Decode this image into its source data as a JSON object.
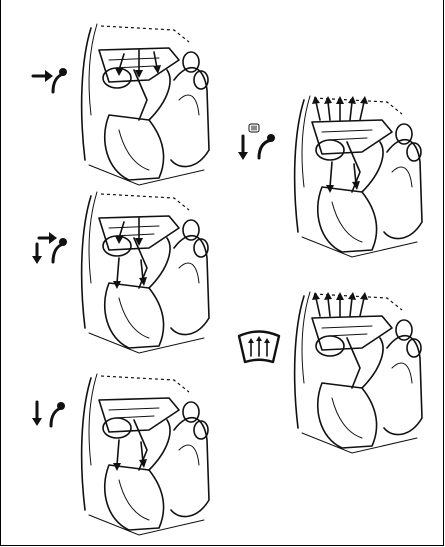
{
  "figure": {
    "modes": [
      {
        "id": "face",
        "icon": "vent-face-icon"
      },
      {
        "id": "bi-level",
        "icon": "vent-bilevel-icon"
      },
      {
        "id": "floor",
        "icon": "vent-floor-icon"
      },
      {
        "id": "floor-defrost",
        "icon": "vent-floor-defrost-icon"
      },
      {
        "id": "defrost",
        "icon": "windshield-defrost-icon"
      }
    ],
    "colors": {
      "line": "#111111",
      "background": "#ffffff"
    }
  }
}
